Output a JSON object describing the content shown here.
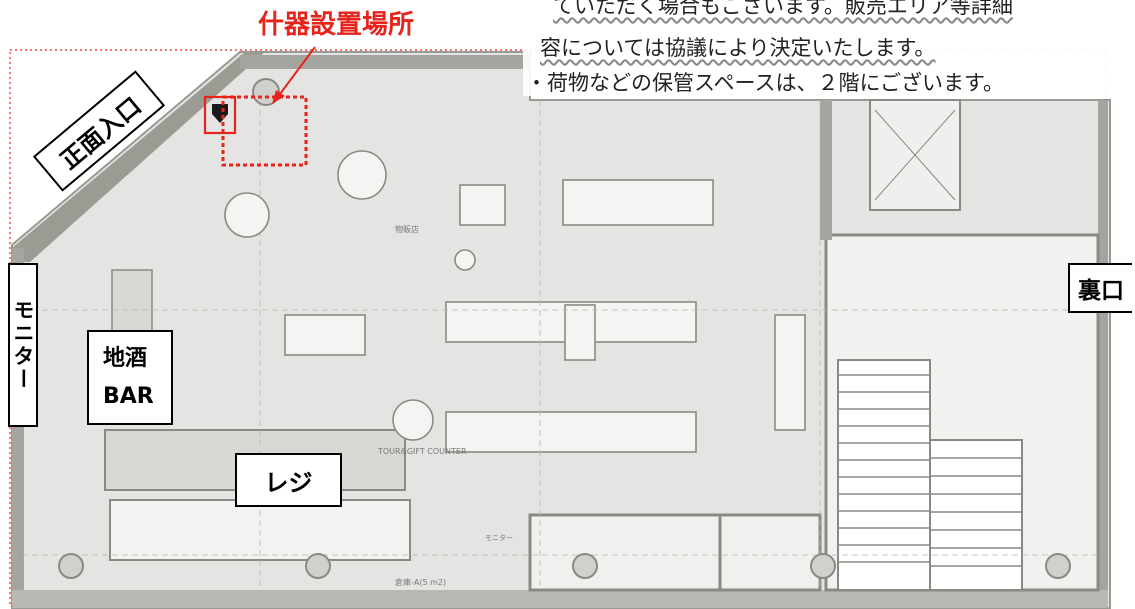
{
  "notes": {
    "line1": "ていただく場合もございます。販売エリア等詳細",
    "line2": "容については協議により決定いたします。",
    "line3": "・荷物などの保管スペースは、２階にございます。"
  },
  "callouts": {
    "installation": "什器設置場所",
    "entrance": "正面入口",
    "monitor": "モニター",
    "bar": "地酒\nBAR",
    "register": "レジ",
    "back_door": "裏口"
  },
  "plan_text": {
    "shop": "物販店",
    "tour_counter": "TOUR&GIFT\nCOUNTER",
    "storage": "倉庫-A(5 m2)",
    "monitor_small": "モニター"
  },
  "colors": {
    "accent": "#e8231c",
    "plan_bg": "#e6e6e4",
    "wall": "#8a8a84"
  }
}
